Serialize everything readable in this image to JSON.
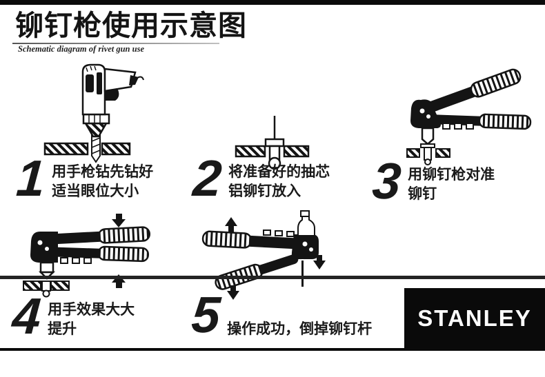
{
  "page": {
    "title": "铆钉枪使用示意图",
    "subtitle": "Schematic diagram of rivet gun use",
    "brand": "STANLEY"
  },
  "steps": [
    {
      "number": "1",
      "line1": "用手枪钻先钻好",
      "line2": "适当眼位大小",
      "icon": "hand-drill-icon"
    },
    {
      "number": "2",
      "line1": "将准备好的抽芯",
      "line2": "铝铆钉放入",
      "icon": "blind-rivet-icon"
    },
    {
      "number": "3",
      "line1": "用铆钉枪对准",
      "line2": "铆钉",
      "icon": "rivet-gun-open-icon"
    },
    {
      "number": "4",
      "line1": "用手效果大大",
      "line2": "提升",
      "icon": "rivet-gun-squeezed-icon"
    },
    {
      "number": "5",
      "line1": "操作成功，倒掉铆钉杆",
      "line2": "",
      "icon": "rivet-gun-released-icon"
    }
  ],
  "colors": {
    "ink": "#141414",
    "background": "#ffffff",
    "brand_bg": "#0a0a0a",
    "brand_text": "#ffffff"
  }
}
